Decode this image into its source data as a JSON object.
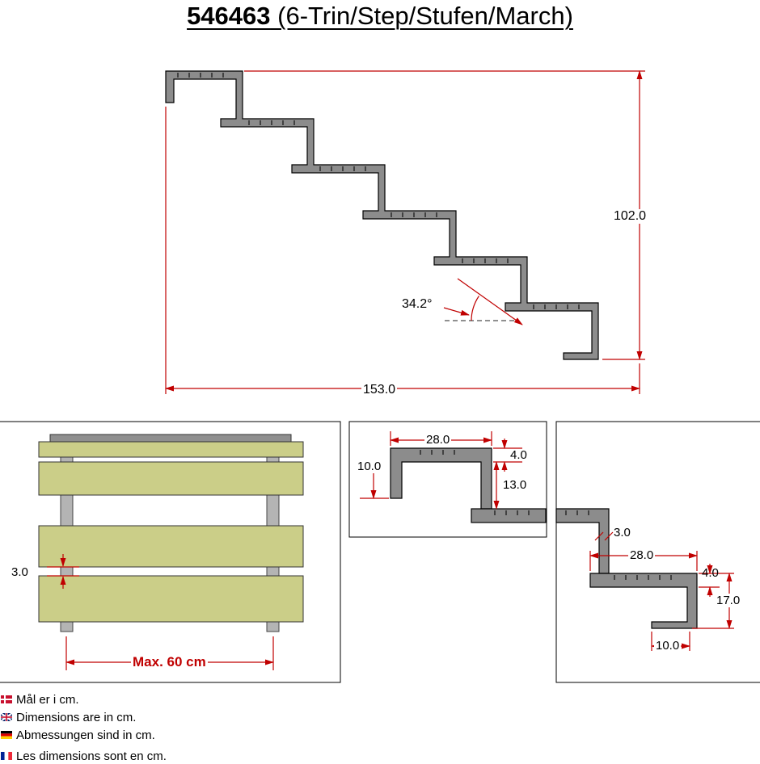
{
  "title": {
    "number": "546463",
    "suffix": " (6-Trin/Step/Stufen/March)"
  },
  "side_view": {
    "total_height": "102.0",
    "total_length": "153.0",
    "slope_angle": "34.2°"
  },
  "top_view": {
    "board_gap": "3.0",
    "max_width": "Max. 60 cm"
  },
  "upper_step_detail": {
    "tread_depth": "28.0",
    "bracket_height": "10.0",
    "tread_thickness": "4.0",
    "riser_height": "13.0"
  },
  "lower_step_detail": {
    "steel_thickness": "3.0",
    "tread_depth": "28.0",
    "tread_thickness": "4.0",
    "step_height": "17.0",
    "foot_length": "10.0"
  },
  "notes": [
    {
      "lang": "danish",
      "text": "Mål er i cm."
    },
    {
      "lang": "english",
      "text": "Dimensions are in cm."
    },
    {
      "lang": "german",
      "text": "Abmessungen sind in cm."
    },
    {
      "lang": "french",
      "text": "Les dimensions sont en cm."
    }
  ],
  "colors": {
    "dimension_red": "#c00000",
    "steel_gray": "#8c8c8c",
    "board_olive": "#cbce88",
    "stringer_gray": "#b4b4b4"
  }
}
